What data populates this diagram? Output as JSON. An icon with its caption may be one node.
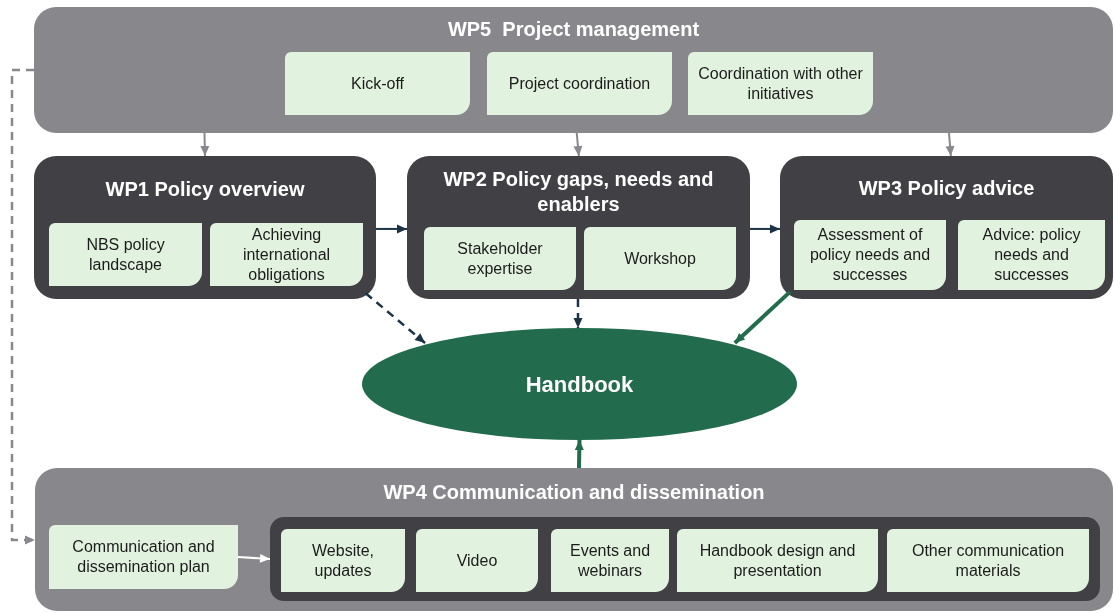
{
  "diagram": {
    "nodes": [
      {
        "text": [
          "WP5  Project management"
        ]
      },
      {
        "text": [
          "Kick-off"
        ],
        "in": 0
      },
      {
        "text": [
          "Project coordination"
        ],
        "in": 0
      },
      {
        "text": [
          "Coordination with other initiatives"
        ],
        "in": 0
      },
      {
        "text": [
          "WP1 Policy overview"
        ]
      },
      {
        "text": [
          "NBS policy landscape"
        ],
        "in": 4
      },
      {
        "text": [
          "Achieving international obligations"
        ],
        "in": 4
      },
      {
        "text": [
          "WP2 Policy gaps, needs and enablers"
        ]
      },
      {
        "text": [
          "Stakeholder expertise"
        ],
        "in": 7
      },
      {
        "text": [
          "Workshop"
        ],
        "in": 7
      },
      {
        "text": [
          "WP3 Policy advice"
        ]
      },
      {
        "text": [
          "Assessment of policy needs and successes"
        ],
        "in": 10
      },
      {
        "text": [
          "Advice: policy needs and successes"
        ],
        "in": 10
      },
      {
        "text": [
          "Handbook"
        ]
      },
      {
        "text": [
          "WP4 Communication and dissemination"
        ]
      },
      {
        "text": [
          "Communication and dissemination plan"
        ],
        "in": 14
      },
      {
        "text": [],
        "shape": "box",
        "in": 14
      },
      {
        "text": [
          "Website, updates"
        ],
        "in": 16
      },
      {
        "text": [
          "Video"
        ],
        "in": 16
      },
      {
        "text": [
          "Events and webinars"
        ],
        "in": 16
      },
      {
        "text": [
          "Handbook design and presentation"
        ],
        "in": 16
      },
      {
        "text": [
          "Other communication materials"
        ],
        "in": 16
      }
    ],
    "edges": [
      {
        "from": 0,
        "to": 4,
        "arrow": "to",
        "color": "#8a888d"
      },
      {
        "from": 0,
        "to": 7,
        "arrow": "to",
        "color": "#8a888d"
      },
      {
        "from": 0,
        "to": 10,
        "arrow": "to",
        "color": "#8a888d"
      },
      {
        "from": 4,
        "to": 7,
        "arrow": "to",
        "color": "#1b3345"
      },
      {
        "from": 7,
        "to": 10,
        "arrow": "to",
        "color": "#1b3345"
      },
      {
        "from": 4,
        "to": 13,
        "arrow": "to",
        "style": "dashed",
        "color": "#1b3345"
      },
      {
        "from": 7,
        "to": 13,
        "arrow": "to",
        "style": "dashed",
        "color": "#1b3345"
      },
      {
        "from": 10,
        "to": 13,
        "arrow": "to",
        "style": "thick",
        "color": "#226b4d"
      },
      {
        "from": 14,
        "to": 13,
        "arrow": "to",
        "style": "thick",
        "color": "#226b4d"
      },
      {
        "from": 0,
        "to": 14,
        "arrow": "to",
        "style": "dashed",
        "color": "#8a888d"
      },
      {
        "from": 15,
        "to": 16,
        "arrow": "to",
        "color": "#ffffff"
      }
    ]
  }
}
